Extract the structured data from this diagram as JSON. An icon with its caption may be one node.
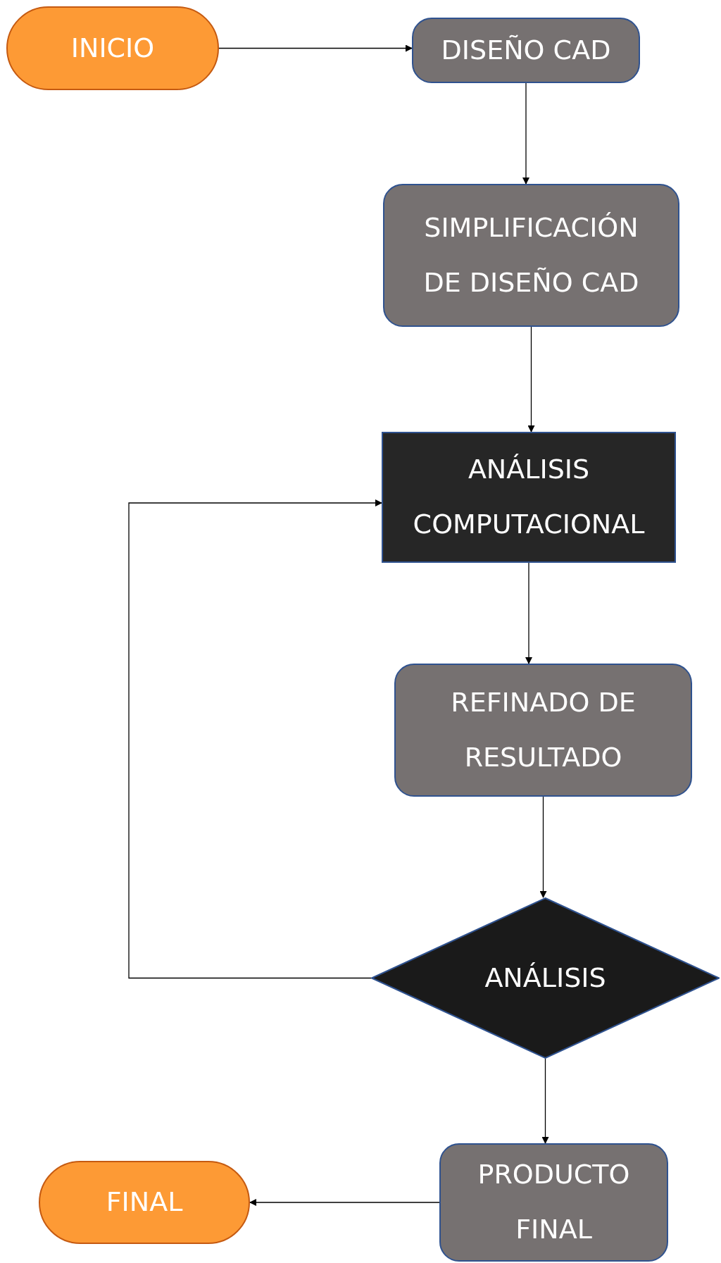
{
  "diagram": {
    "nodes": [
      {
        "text": [
          "INICIO"
        ]
      },
      {
        "text": [
          "DISEÑO CAD"
        ]
      },
      {
        "text": [
          "SIMPLIFICACIÓN DE DISEÑO CAD"
        ]
      },
      {
        "text": [
          "ANÁLISIS COMPUTACIONAL"
        ]
      },
      {
        "text": [
          "REFINADO DE RESULTADO"
        ]
      },
      {
        "text": [
          "ANÁLISIS"
        ]
      },
      {
        "text": [
          "PRODUCTO FINAL"
        ]
      },
      {
        "text": [
          "FINAL"
        ]
      }
    ],
    "edges": [
      {
        "from": 0,
        "to": 1,
        "arrow": "to"
      },
      {
        "from": 1,
        "to": 2,
        "arrow": "to"
      },
      {
        "from": 2,
        "to": 3,
        "arrow": "to"
      },
      {
        "from": 3,
        "to": 4,
        "arrow": "to"
      },
      {
        "from": 4,
        "to": 5,
        "arrow": "to"
      },
      {
        "from": 5,
        "to": 3,
        "arrow": "to"
      },
      {
        "from": 5,
        "to": 6,
        "arrow": "to"
      },
      {
        "from": 6,
        "to": 7,
        "arrow": "to"
      }
    ]
  }
}
